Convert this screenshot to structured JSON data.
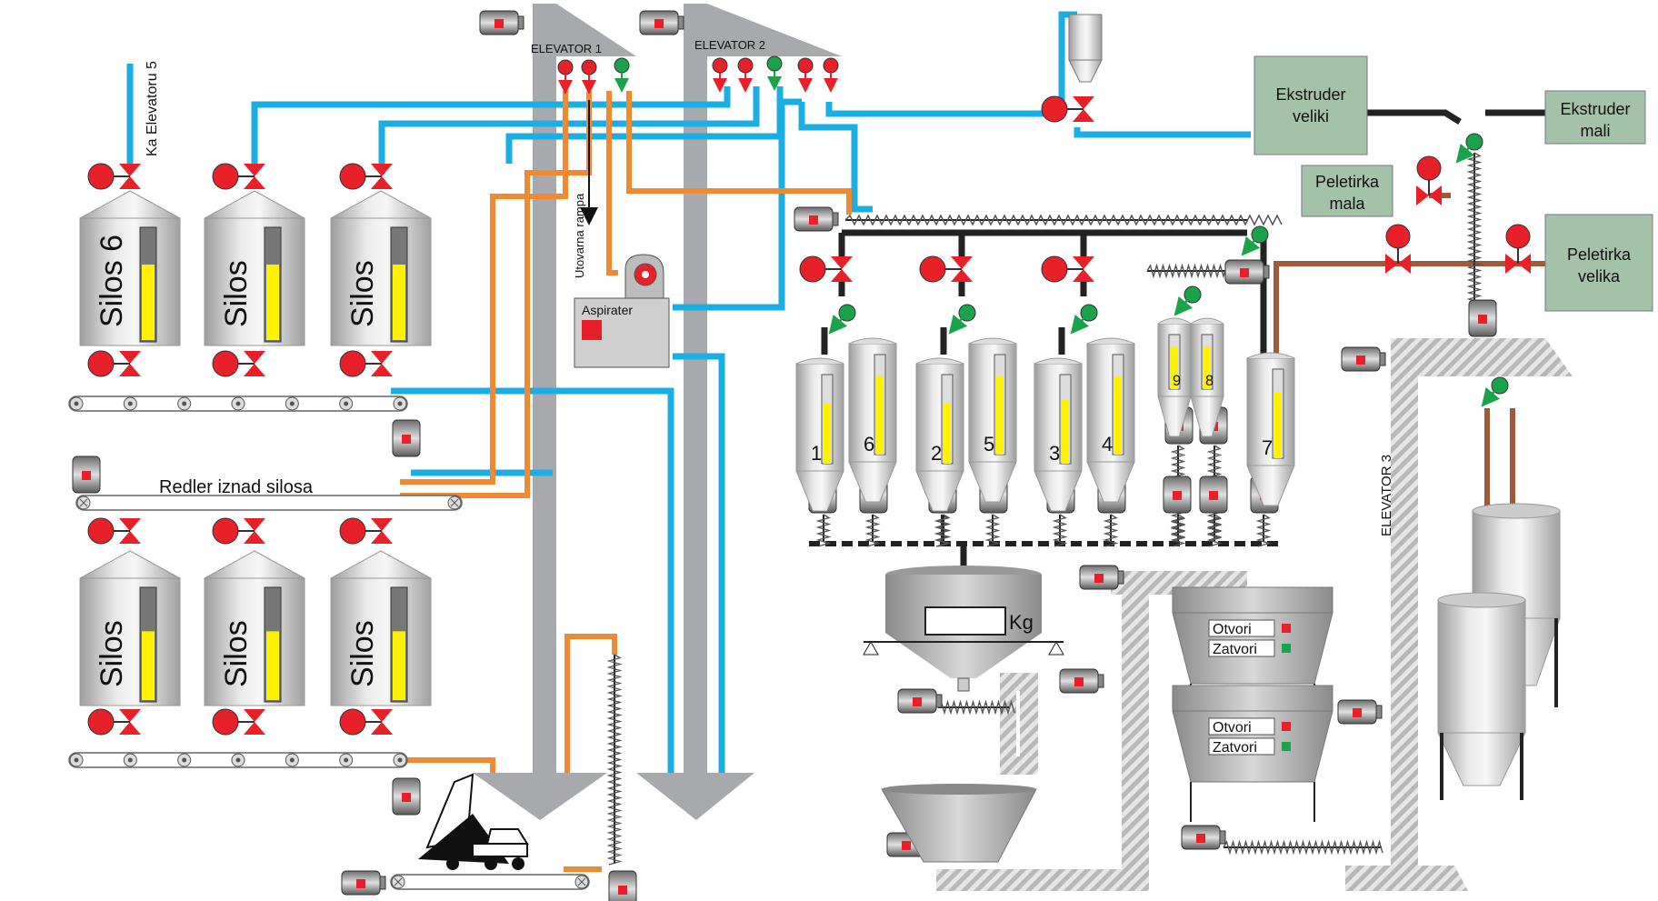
{
  "labels": {
    "ka_elevatoru": "Ka Elevatoru 5",
    "silos6": "Silos 6",
    "silos": "Silos",
    "elevator1": "ELEVATOR 1",
    "elevator2": "ELEVATOR 2",
    "elevator3": "ELEVATOR 3",
    "utovarna": "Utovarna rampa",
    "aspirater": "Aspirater",
    "redler": "Redler iznad silosa",
    "ekstruder_veliki": [
      "Ekstruder",
      "veliki"
    ],
    "ekstruder_mali": [
      "Ekstruder",
      "mali"
    ],
    "peletirka_mala": [
      "Peletirka",
      "mala"
    ],
    "peletirka_velika": [
      "Peletirka",
      "velika"
    ],
    "kg": "Kg",
    "otvori": "Otvori",
    "zatvori": "Zatvori"
  },
  "bins": [
    "1",
    "2",
    "3",
    "4",
    "5",
    "6",
    "7",
    "8",
    "9"
  ],
  "colors": {
    "blue_line": "#1aaee5",
    "orange_line": "#f08a32",
    "brown_line": "#a05a3a",
    "valve_red": "#e8202a",
    "green_flap": "#1aa34a",
    "machine_box": "#a3c2a8",
    "elevator_grey": "#a7a9ac",
    "level_yellow": "#fff200"
  }
}
